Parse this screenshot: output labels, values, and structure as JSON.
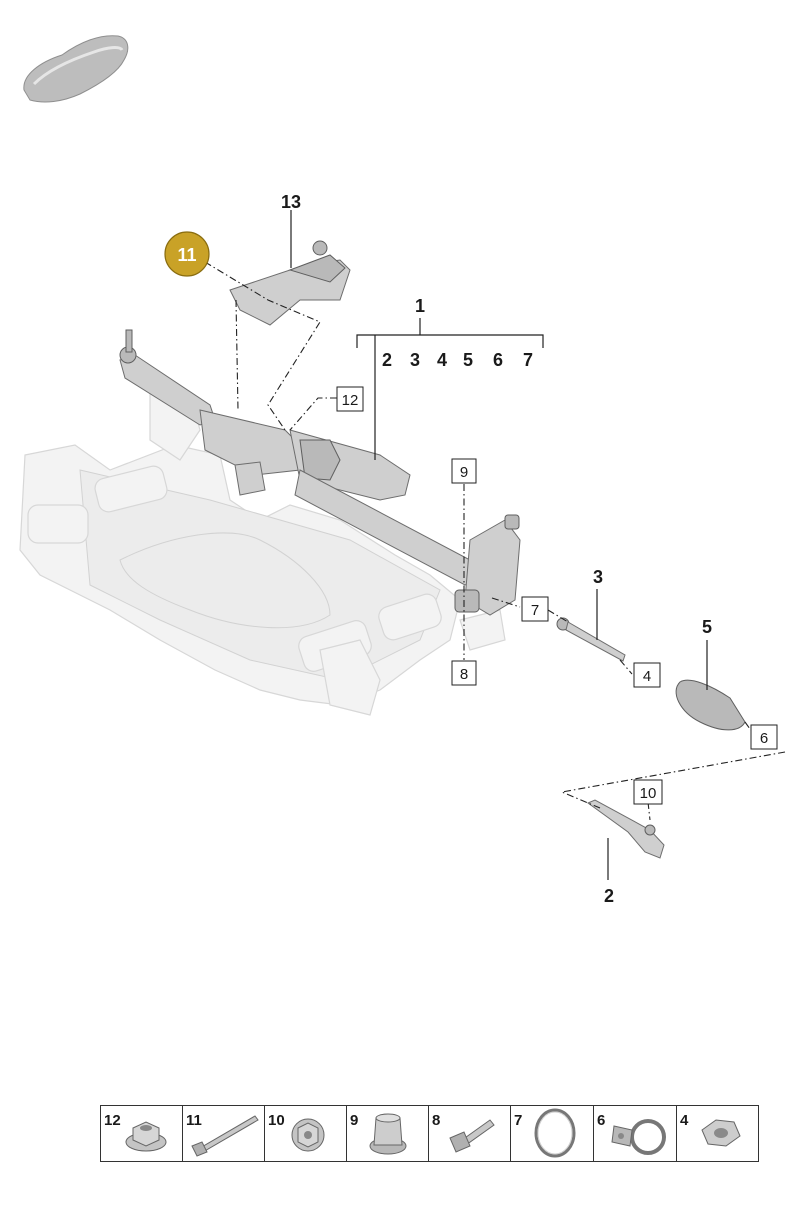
{
  "callouts": {
    "c1": "1",
    "c2": "2",
    "c3": "3",
    "c4": "4",
    "c5": "5",
    "c6": "6",
    "c7": "7",
    "c8": "8",
    "c9": "9",
    "c10": "10",
    "c11": "11",
    "c12": "12",
    "c13": "13",
    "sub": [
      "2",
      "3",
      "4",
      "5",
      "6",
      "7"
    ],
    "bottom2": "2"
  },
  "colors": {
    "highlight_badge": "#c9a227",
    "line": "#222222",
    "ghost": "#f3f3f3"
  },
  "legend": [
    {
      "num": "12",
      "icon": "flange-nut-icon"
    },
    {
      "num": "11",
      "icon": "long-bolt-icon"
    },
    {
      "num": "10",
      "icon": "flange-nut-icon"
    },
    {
      "num": "9",
      "icon": "cap-nut-icon"
    },
    {
      "num": "8",
      "icon": "bolt-icon"
    },
    {
      "num": "7",
      "icon": "ring-clamp-icon"
    },
    {
      "num": "6",
      "icon": "hose-clamp-icon"
    },
    {
      "num": "4",
      "icon": "hex-nut-icon"
    }
  ]
}
